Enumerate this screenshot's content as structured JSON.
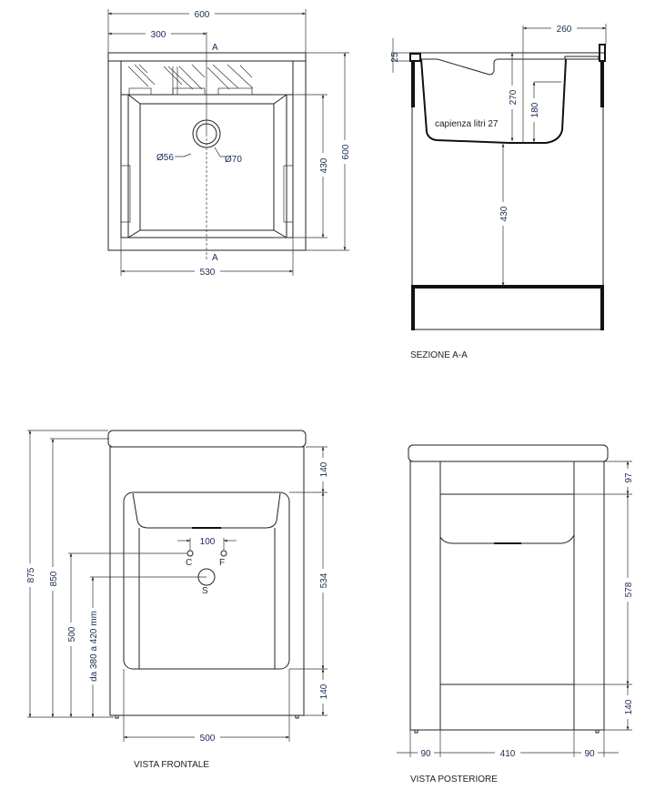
{
  "top_view": {
    "dim_width": "600",
    "dim_half": "300",
    "section_mark_top": "A",
    "section_mark_bottom": "A",
    "dim_drain_inner": "Ø56",
    "dim_drain_outer": "Ø70",
    "dim_basin_depth": "430",
    "dim_depth": "600",
    "dim_basin_width": "530"
  },
  "section": {
    "title": "SEZIONE A-A",
    "dim_rim": "25",
    "dim_back": "260",
    "dim_bowl_depth": "270",
    "dim_front_depth": "180",
    "capacity": "capienza litri 27",
    "dim_under": "430"
  },
  "front_view": {
    "title": "VISTA FRONTALE",
    "dim_total": "875",
    "dim_height": "850",
    "dim_supply": "500",
    "dim_drain_range": "da 380 a 420 mm",
    "dim_top": "140",
    "dim_opening": "534",
    "dim_bottom": "140",
    "dim_opening_width": "500",
    "dim_tap_spacing": "100",
    "label_hot": "C",
    "label_cold": "F",
    "label_drain": "S"
  },
  "rear_view": {
    "title": "VISTA POSTERIORE",
    "dim_top": "97",
    "dim_panel": "578",
    "dim_bottom": "140",
    "dim_left": "90",
    "dim_center": "410",
    "dim_right": "90"
  }
}
